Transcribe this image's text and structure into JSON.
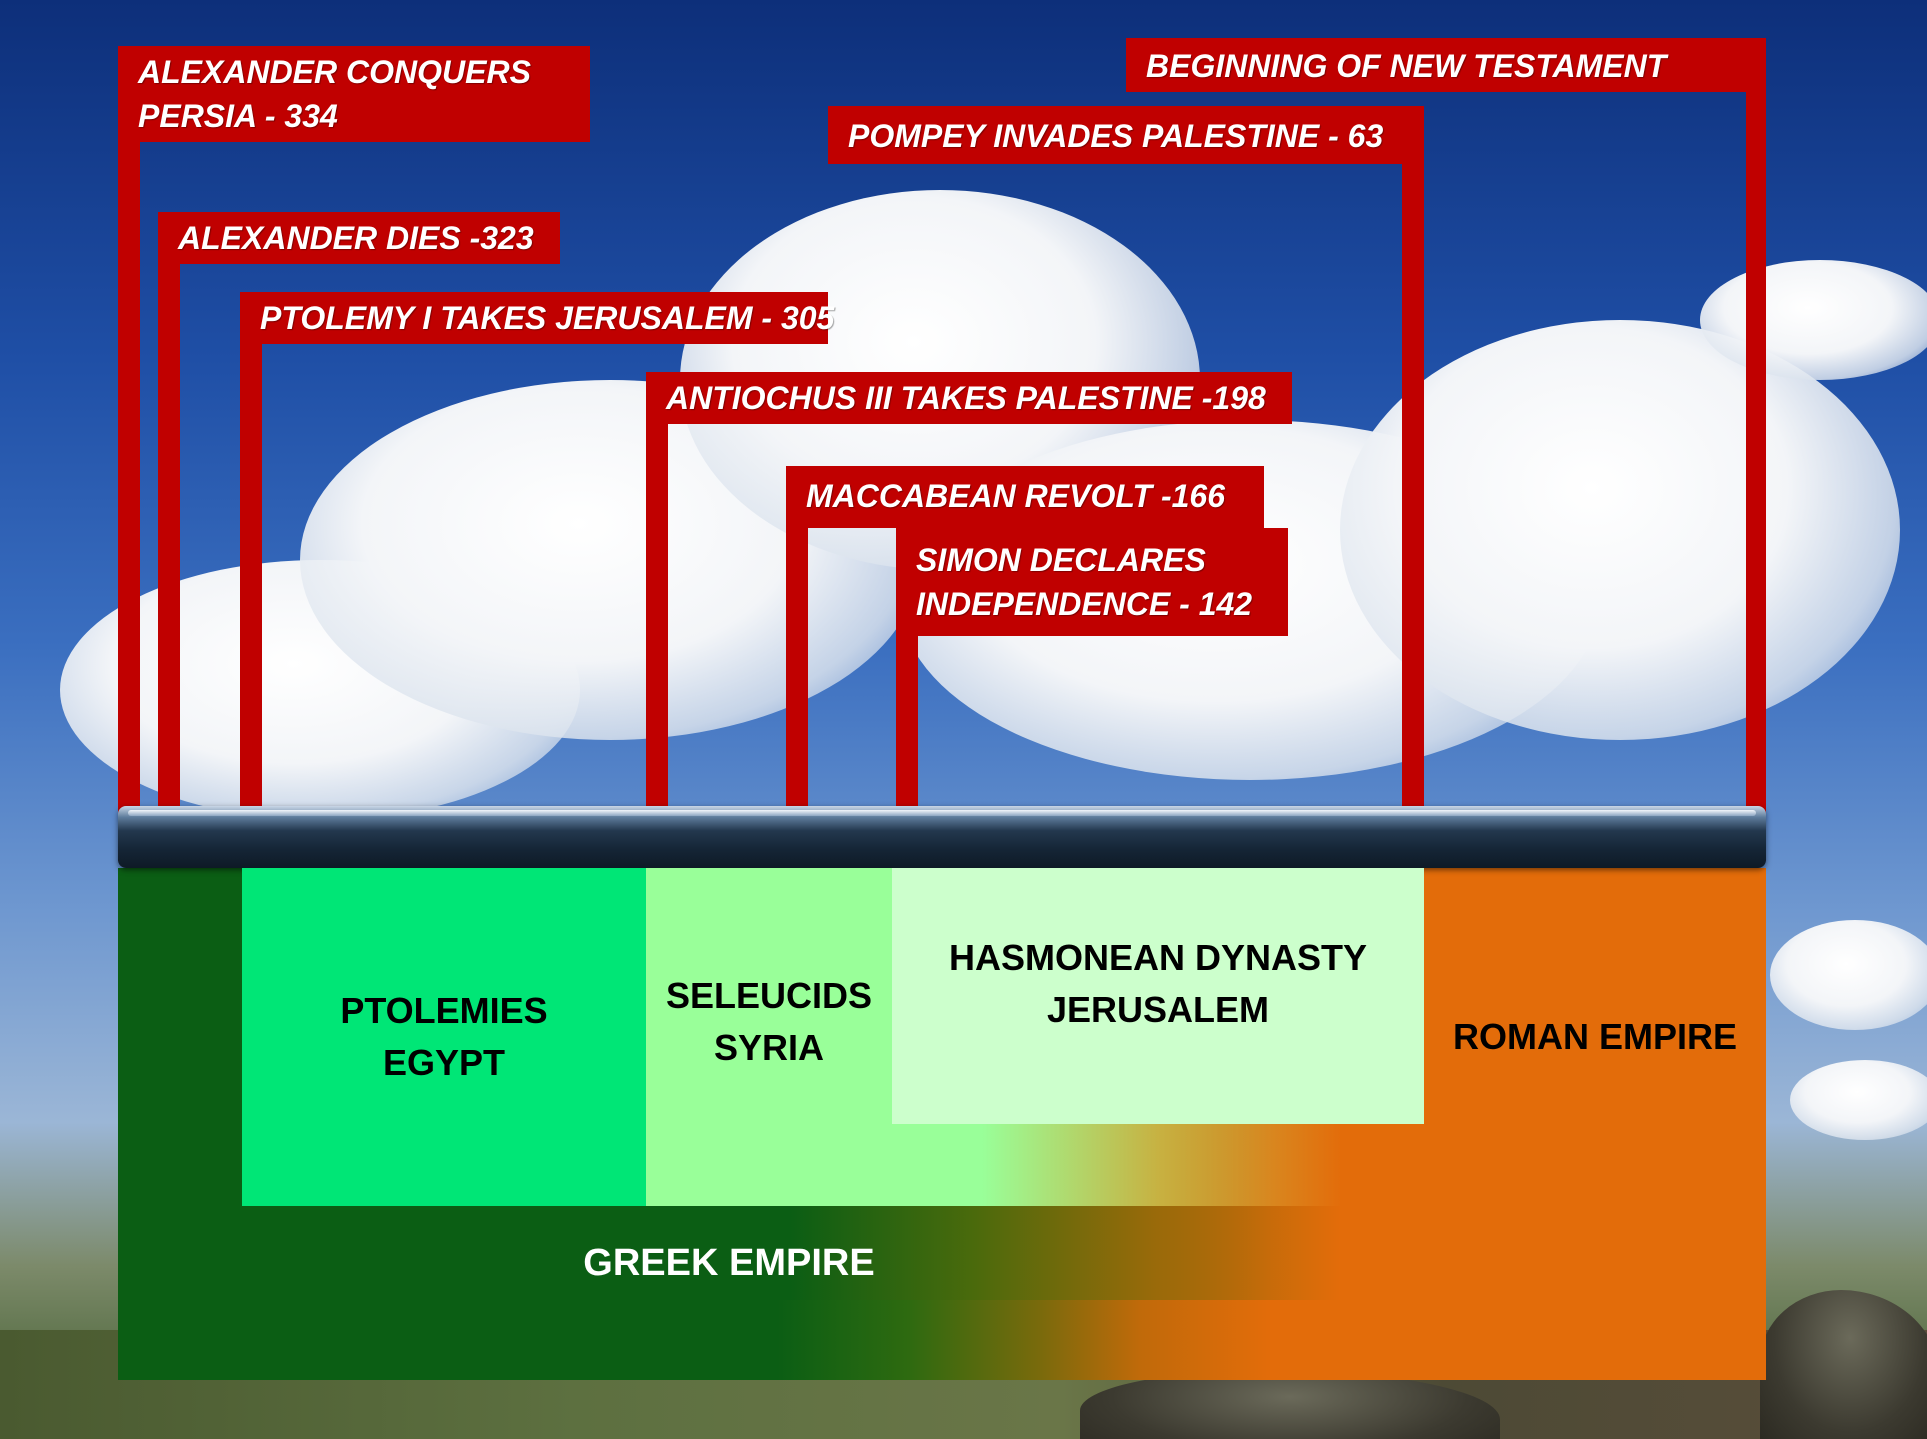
{
  "events": [
    {
      "id": "alexander-conquers",
      "lines": [
        "ALEXANDER CONQUERS",
        "PERSIA - 334"
      ]
    },
    {
      "id": "alexander-dies",
      "lines": [
        "ALEXANDER DIES -323"
      ]
    },
    {
      "id": "ptolemy-takes-jerusalem",
      "lines": [
        "PTOLEMY I TAKES JERUSALEM - 305"
      ]
    },
    {
      "id": "antiochus-takes-palestine",
      "lines": [
        "ANTIOCHUS III TAKES PALESTINE -198"
      ]
    },
    {
      "id": "maccabean-revolt",
      "lines": [
        "MACCABEAN REVOLT -166"
      ]
    },
    {
      "id": "simon-declares",
      "lines": [
        "SIMON DECLARES",
        "INDEPENDENCE - 142"
      ]
    },
    {
      "id": "pompey-invades",
      "lines": [
        "POMPEY INVADES PALESTINE - 63"
      ]
    },
    {
      "id": "new-testament",
      "lines": [
        "BEGINNING OF NEW TESTAMENT"
      ]
    }
  ],
  "regions": {
    "ptolemies": [
      "PTOLEMIES",
      "EGYPT"
    ],
    "seleucids": [
      "SELEUCIDS",
      "SYRIA"
    ],
    "hasmonean": [
      "HASMONEAN DYNASTY",
      "JERUSALEM"
    ]
  },
  "empires": {
    "greek": "GREEK EMPIRE",
    "roman": "ROMAN EMPIRE"
  },
  "colors": {
    "label_red": "#c00000",
    "greek_dark_green": "#0b5e14",
    "ptolemies_green": "#00e676",
    "seleucids_green": "#99ff99",
    "hasmonean_green": "#ccffcc",
    "roman_orange": "#e36c0a"
  }
}
